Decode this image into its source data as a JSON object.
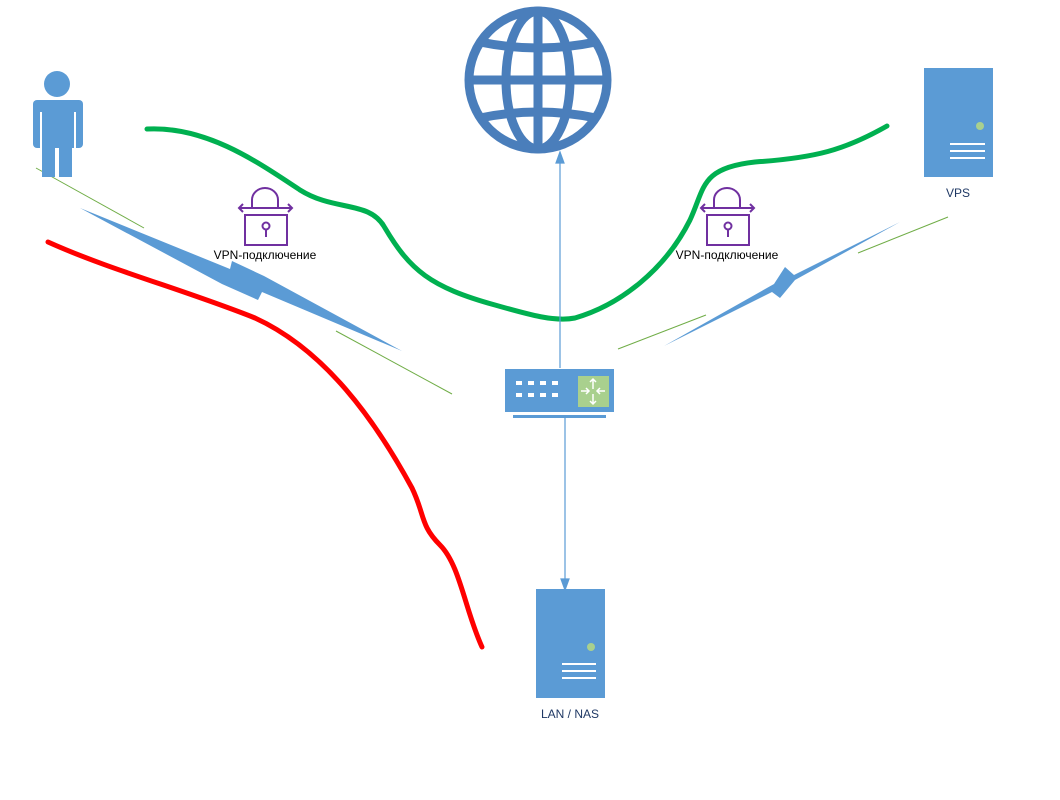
{
  "labels": {
    "vpn_left": "VPN-подключение",
    "vpn_right": "VPN-подключение",
    "vps": "VPS",
    "lan": "LAN /  NAS"
  },
  "colors": {
    "node_blue": "#5b9bd5",
    "globe_blue": "#4a7ebb",
    "lock_purple": "#7030a0",
    "router_green": "#a9d08e",
    "path_green": "#00b050",
    "path_red": "#ff0000",
    "thin_green": "#70ad47",
    "label_dark": "#1f3864",
    "text_black": "#000000"
  }
}
